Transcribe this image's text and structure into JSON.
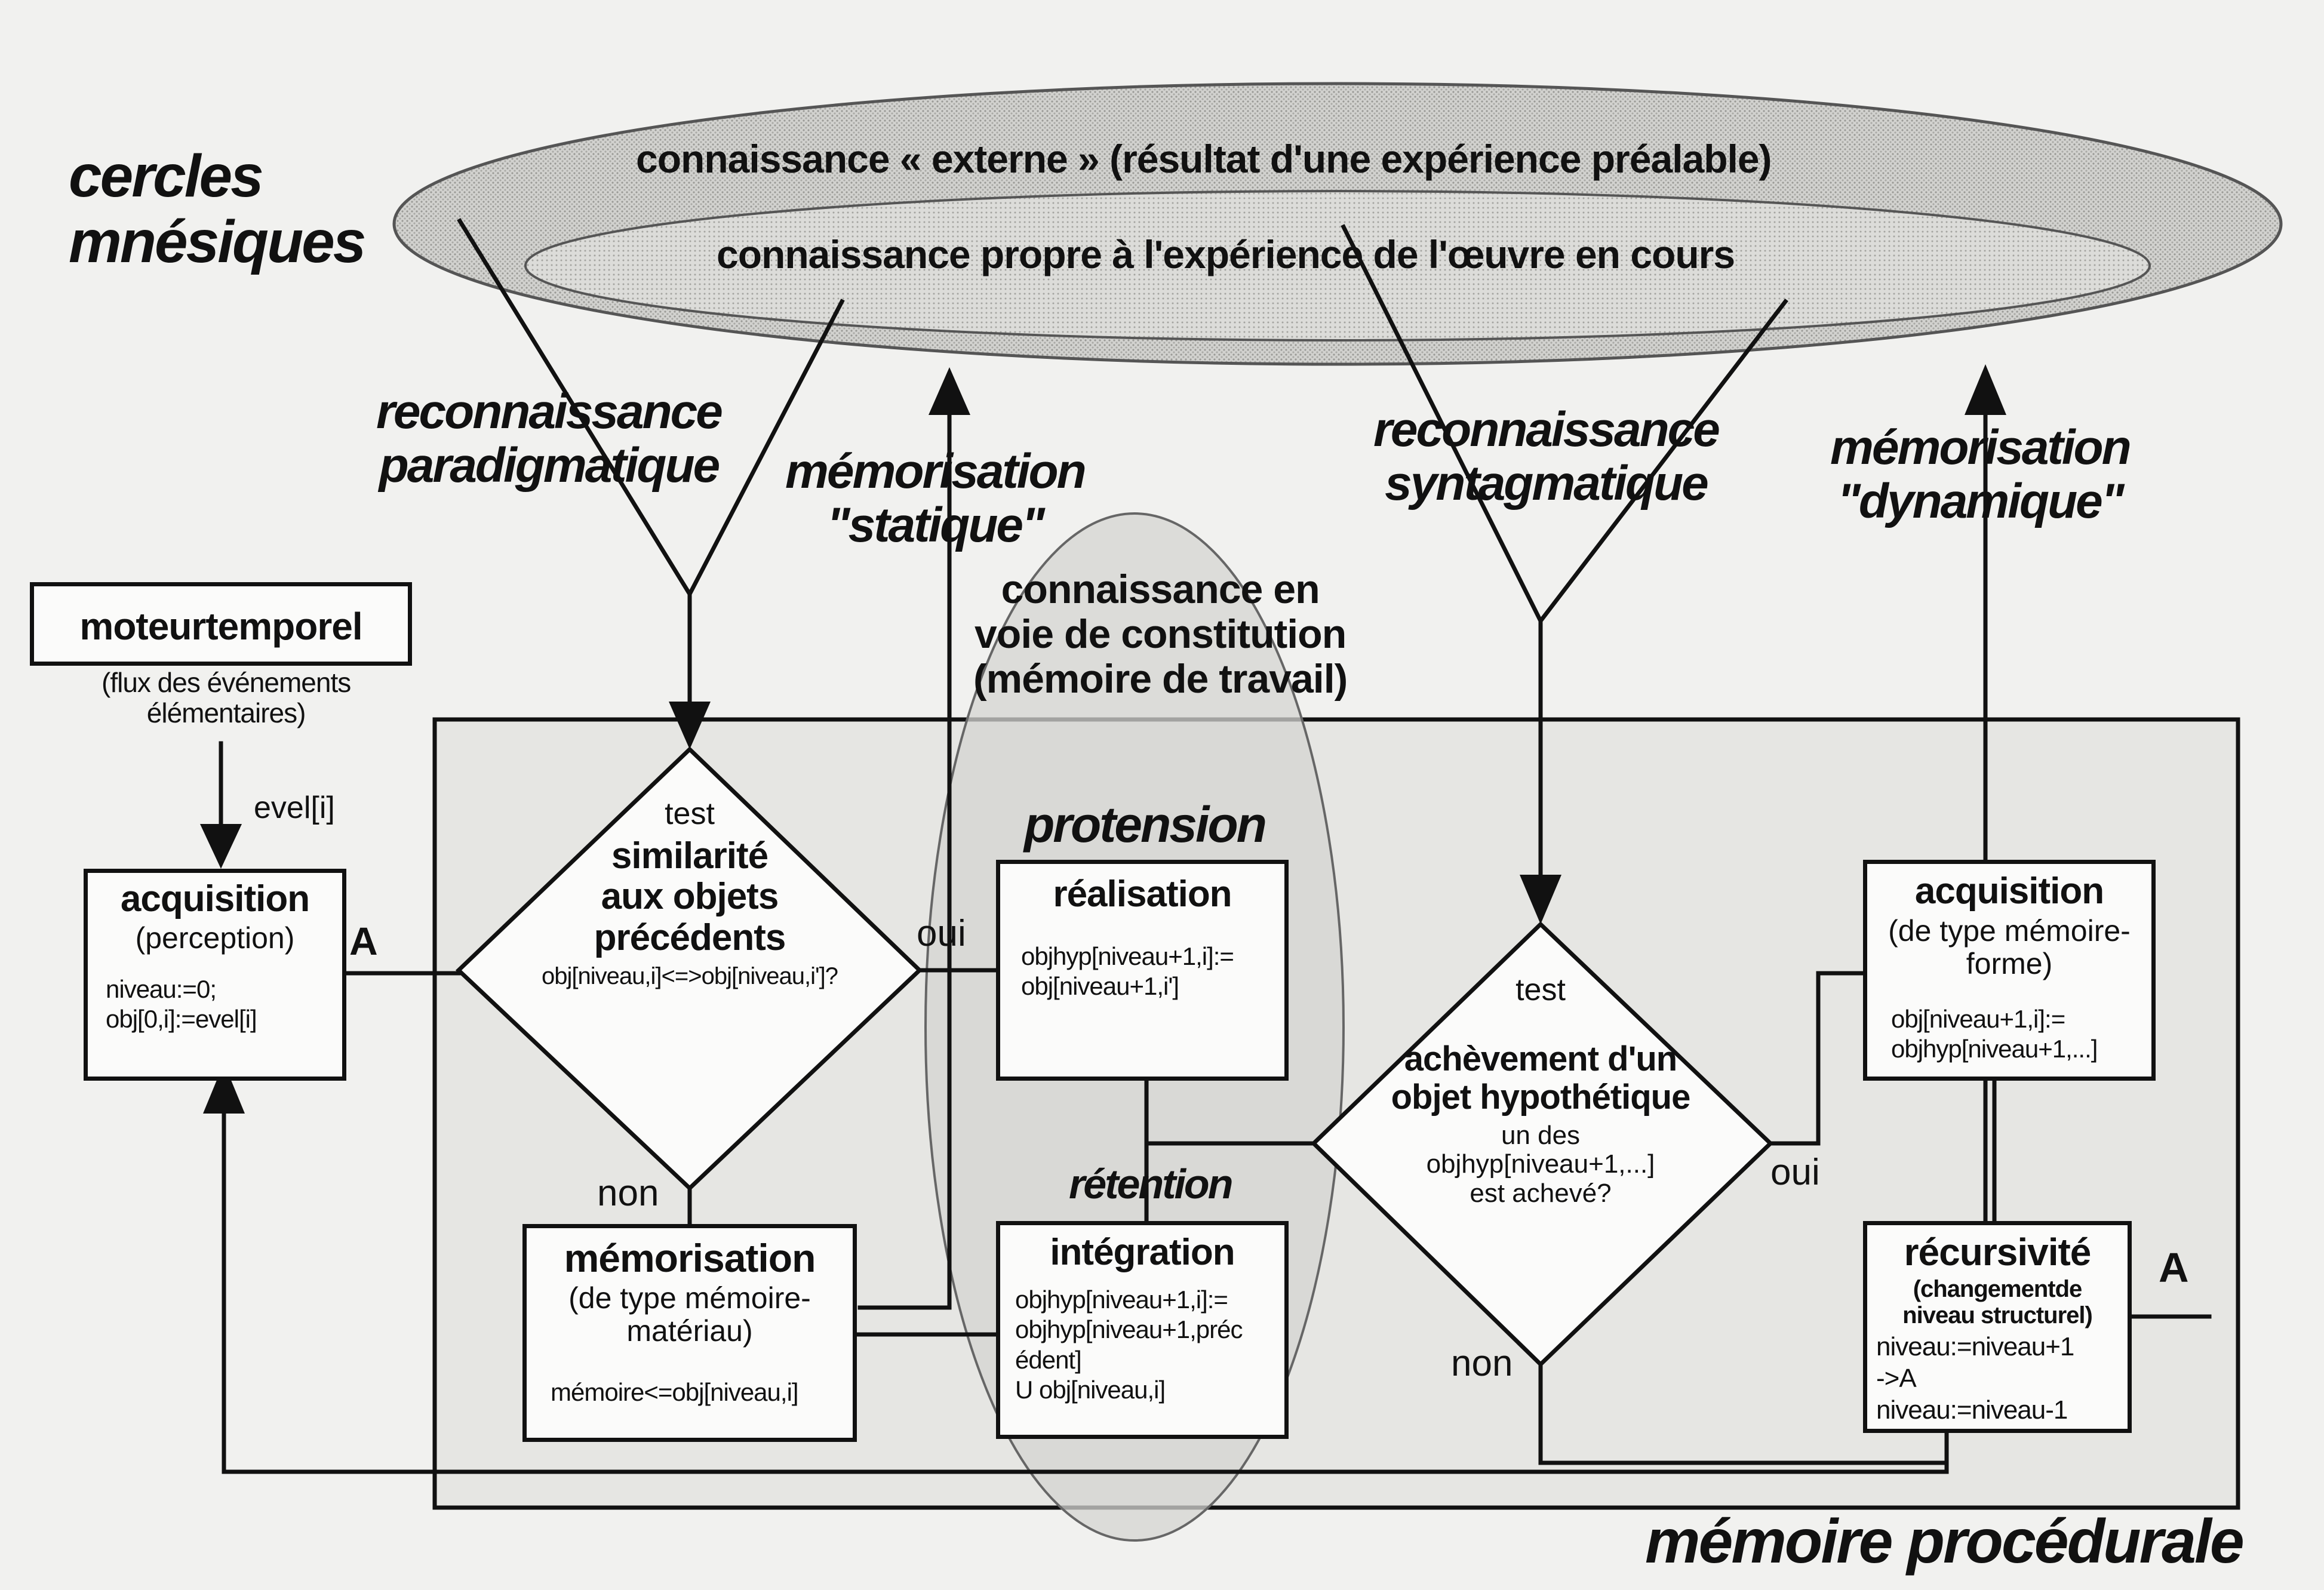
{
  "title_cercles": [
    "cercles",
    "mnésiques"
  ],
  "ellipse_outer_text": "connaissance « externe » (résultat d'une expérience préalable)",
  "ellipse_inner_text": "connaissance propre à l'expérience de l'œuvre en cours",
  "reco_paradigm": [
    "reconnaissance",
    "paradigmatique"
  ],
  "memo_statique": [
    "mémorisation",
    "\"statique\""
  ],
  "reco_syntagm": [
    "reconnaissance",
    "syntagmatique"
  ],
  "memo_dynamique": [
    "mémorisation",
    "\"dynamique\""
  ],
  "connaissance_voie": [
    "connaissance en",
    "voie de constitution",
    "(mémoire de travail)"
  ],
  "moteur": {
    "title": "moteurtemporel",
    "note": [
      "(flux des événements",
      "élémentaires)"
    ],
    "arrow_label": "evel[i]"
  },
  "acq1": {
    "title": "acquisition",
    "sub": "(perception)",
    "code": [
      "niveau:=0;",
      "obj[0,i]:=evel[i]"
    ]
  },
  "label_A_left": "A",
  "test1": {
    "head": "test",
    "title": [
      "similarité",
      "aux objets",
      "précédents"
    ],
    "expr": "obj[niveau,i]<=>obj[niveau,i']?"
  },
  "oui1": "oui",
  "non1": "non",
  "protension": "protension",
  "realisation": {
    "title": "réalisation",
    "code": [
      "objhyp[niveau+1,i]:=",
      "obj[niveau+1,i']"
    ]
  },
  "retention": "rétention",
  "integration": {
    "title": "intégration",
    "code": [
      "objhyp[niveau+1,i]:=",
      "objhyp[niveau+1,préc",
      "édent]",
      "U obj[niveau,i]"
    ]
  },
  "memo_box": {
    "title": "mémorisation",
    "sub": [
      "(de type mémoire-",
      "matériau)"
    ],
    "code": "mémoire<=obj[niveau,i]"
  },
  "test2": {
    "head": "test",
    "title": [
      "achèvement d'un",
      "objet hypothétique"
    ],
    "sub": [
      "un des",
      "objhyp[niveau+1,...]",
      "est achevé?"
    ]
  },
  "oui2": "oui",
  "non2": "non",
  "acq2": {
    "title": "acquisition",
    "sub": [
      "(de type mémoire-",
      "forme)"
    ],
    "code": [
      "obj[niveau+1,i]:=",
      "objhyp[niveau+1,...]"
    ]
  },
  "recursivite": {
    "title": "récursivité",
    "sub": [
      "(changementde",
      "niveau structurel)"
    ],
    "code": [
      "niveau:=niveau+1",
      "->A",
      "niveau:=niveau-1"
    ]
  },
  "label_A_right": "A",
  "memoire_procedurale": "mémoire procédurale"
}
